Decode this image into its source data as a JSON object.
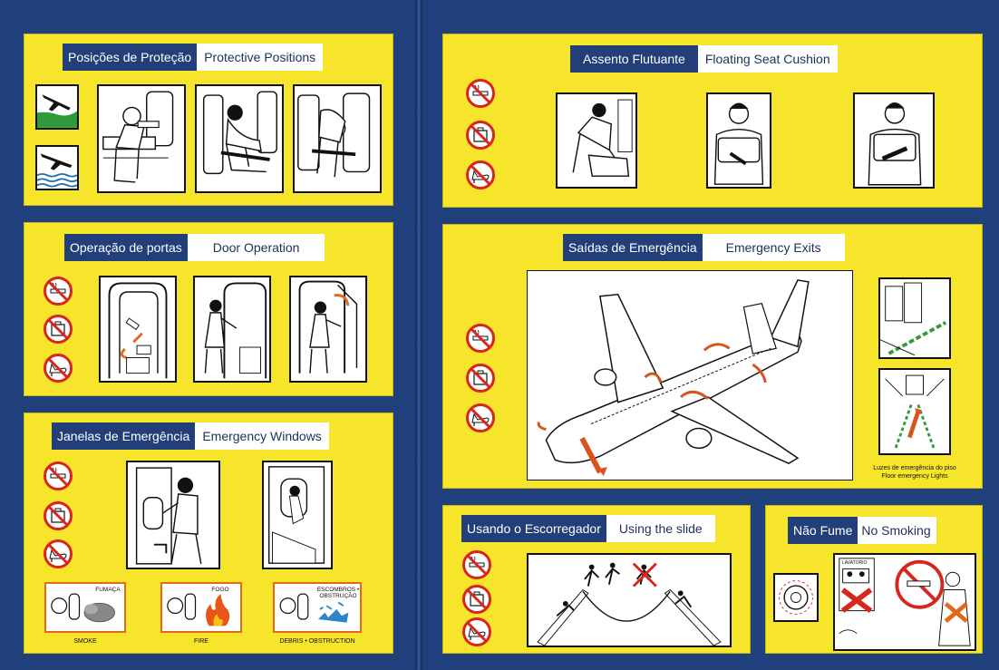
{
  "protective": {
    "pt": "Posições de Proteção",
    "en": "Protective Positions"
  },
  "doors": {
    "pt": "Operação de portas",
    "en": "Door Operation"
  },
  "windows": {
    "pt": "Janelas de Emergência",
    "en": "Emergency Windows",
    "hazards": [
      {
        "top": "FUMAÇA",
        "bottom": "SMOKE"
      },
      {
        "top": "FOGO",
        "bottom": "FIRE"
      },
      {
        "top": "ESCOMBROS • OBSTRUÇÃO",
        "bottom": "DEBRIS • OBSTRUCTION"
      }
    ]
  },
  "cushion": {
    "pt": "Assento Flutuante",
    "en": "Floating Seat Cushion"
  },
  "exits": {
    "pt": "Saídas de Emergência",
    "en": "Emergency Exits",
    "floor_lights_pt": "Luzes de emergência do piso",
    "floor_lights_en": "Floor emergency Lights"
  },
  "slide": {
    "pt": "Usando o Escorregador",
    "en": "Using the slide"
  },
  "nosmoke": {
    "pt": "Não Fume",
    "en": "No Smoking",
    "lav_label": "LAVATORIO"
  },
  "colors": {
    "panel": "#f6e52b",
    "navy": "#1f3f7d",
    "prohibit": "#d7261e",
    "arrow": "#e0691b"
  },
  "icons": [
    "no-smoking-icon",
    "no-baggage-icon",
    "no-high-heels-icon",
    "airplane-landing-icon",
    "airplane-ditching-icon"
  ]
}
